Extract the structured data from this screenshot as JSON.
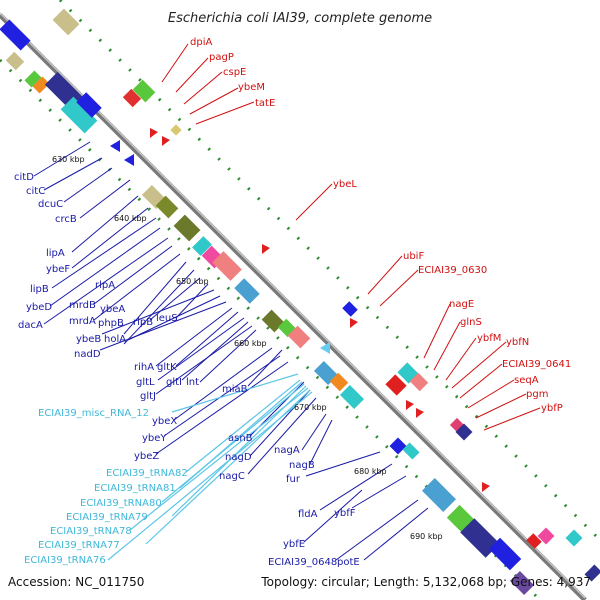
{
  "title": "Escherichia coli IAI39, complete genome",
  "footer": {
    "accession": "Accession: NC_011750",
    "topology": "Topology: circular; Length: 5,132,068 bp; Genes: 4,937"
  },
  "scale_ticks": [
    "630 kbp",
    "640 kbp",
    "650 kbp",
    "660 kbp",
    "670 kbp",
    "680 kbp",
    "690 kbp"
  ],
  "colors": {
    "backbone": "#888888",
    "forward_label": "#d01010",
    "reverse_label": "#1a1aa6",
    "rna_label": "#3fb8d8",
    "tick_marks": "#2e8b2e"
  },
  "labels": {
    "red": [
      "dpiA",
      "pagP",
      "cspE",
      "ybeM",
      "tatE",
      "ybeL",
      "ubiF",
      "ECIAI39_0630",
      "nagE",
      "glnS",
      "ybfM",
      "ybfN",
      "ECIAI39_0641",
      "seqA",
      "pgm",
      "ybfP"
    ],
    "blue": [
      "citD",
      "citC",
      "dcuC",
      "crcB",
      "lipA",
      "ybeF",
      "lipB",
      "ybeD",
      "dacA",
      "rlpA",
      "mrdB",
      "mrdA",
      "ybeA",
      "phpB",
      "rlpB",
      "leuS",
      "ybeB",
      "holA",
      "nadD",
      "rihA",
      "gltK",
      "gltL",
      "gltI",
      "lnt",
      "gltJ",
      "miaB",
      "ybeX",
      "ybeY",
      "ybeZ",
      "asnB",
      "nagD",
      "nagC",
      "nagA",
      "nagB",
      "fur",
      "fldA",
      "ybfF",
      "ybfE",
      "ECIAI39_0648",
      "potE"
    ],
    "cyan": [
      "ECIAI39_misc_RNA_12",
      "ECIAI39_tRNA82",
      "ECIAI39_tRNA81",
      "ECIAI39_tRNA80",
      "ECIAI39_tRNA79",
      "ECIAI39_tRNA78",
      "ECIAI39_tRNA77",
      "ECIAI39_tRNA76"
    ]
  }
}
